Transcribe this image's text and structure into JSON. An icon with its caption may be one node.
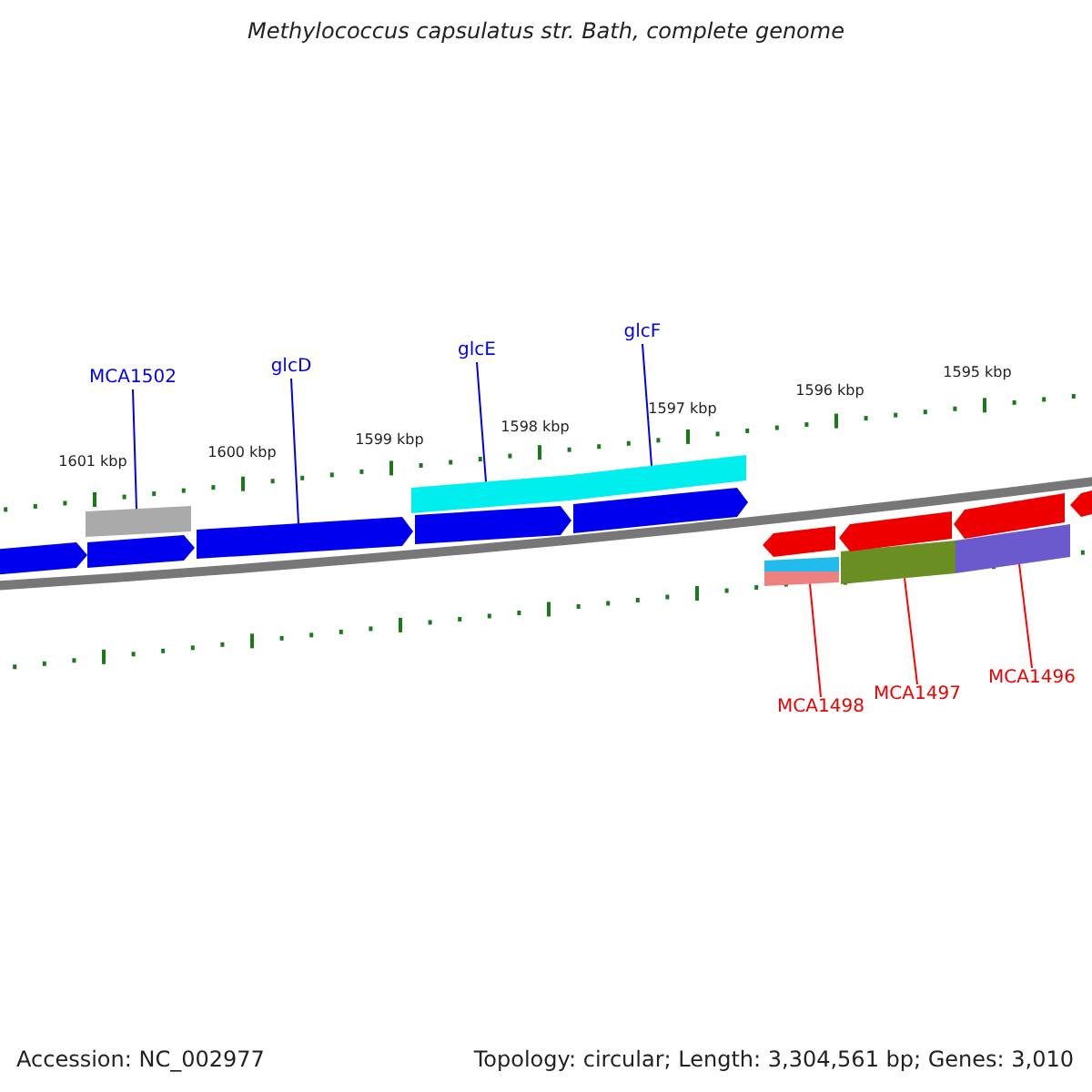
{
  "diagram": {
    "title": "Methylococcus capsulatus str. Bath, complete genome",
    "nodes": [
      {
        "text": [
          "MCA1502"
        ]
      },
      {
        "text": [
          "glcD"
        ]
      },
      {
        "text": [
          "glcE"
        ]
      },
      {
        "text": [
          "glcF"
        ]
      },
      {
        "text": [],
        "shape": "bar"
      },
      {
        "text": [],
        "shape": "arrow"
      },
      {
        "text": [],
        "shape": "bar"
      },
      {
        "text": [],
        "shape": "bar"
      },
      {
        "text": [],
        "shape": "bar"
      },
      {
        "text": [],
        "shape": "bar"
      },
      {
        "text": [],
        "shape": "bar"
      },
      {
        "text": [
          "MCA1498"
        ]
      },
      {
        "text": [
          "MCA1497"
        ]
      },
      {
        "text": [
          "MCA1496"
        ]
      },
      {
        "text": [],
        "shape": "arrow"
      },
      {
        "text": [],
        "shape": "arrow"
      },
      {
        "text": [],
        "shape": "arrow"
      },
      {
        "text": [],
        "shape": "arrow"
      },
      {
        "text": [],
        "shape": "arrow"
      },
      {
        "text": [],
        "shape": "arrow"
      },
      {
        "text": [],
        "shape": "arrow"
      },
      {
        "text": [],
        "shape": "arrow"
      }
    ],
    "edges": [
      {
        "from": 0,
        "to": 4,
        "arrow": "none"
      },
      {
        "from": 1,
        "to": 5,
        "arrow": "none"
      },
      {
        "from": 2,
        "to": 6,
        "arrow": "none"
      },
      {
        "from": 3,
        "to": 7,
        "arrow": "none"
      },
      {
        "from": 11,
        "to": 8,
        "arrow": "none",
        "color": "#ff0000"
      },
      {
        "from": 12,
        "to": 9,
        "arrow": "none",
        "color": "#ff0000"
      },
      {
        "from": 13,
        "to": 10,
        "arrow": "none",
        "color": "#ff0000"
      }
    ],
    "labels": [
      "1595 kbp",
      "1596 kbp",
      "1597 kbp",
      "1598 kbp",
      "1599 kbp",
      "1600 kbp",
      "1601 kbp",
      "Accession: NC_002977",
      "Topology: circular; Length: 3,304,561 bp; Genes: 3,010"
    ]
  }
}
